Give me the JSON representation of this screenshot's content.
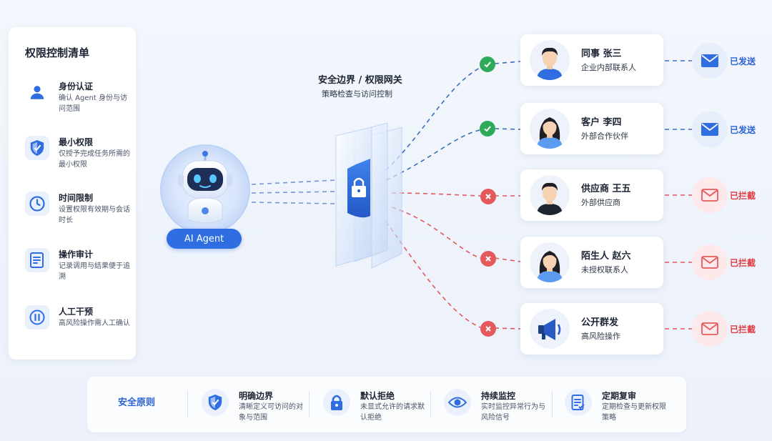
{
  "left_panel": {
    "title": "权限控制清单",
    "items": [
      {
        "title": "身份认证",
        "desc": "确认 Agent 身份与访问范围",
        "icon": "user-icon"
      },
      {
        "title": "最小权限",
        "desc": "仅授予完成任务所需的最小权限",
        "icon": "shield-check-icon"
      },
      {
        "title": "时间限制",
        "desc": "设置权限有效期与会话时长",
        "icon": "clock-icon"
      },
      {
        "title": "操作审计",
        "desc": "记录调用与结果便于追溯",
        "icon": "audit-log-icon"
      },
      {
        "title": "人工干预",
        "desc": "高风险操作需人工确认",
        "icon": "pause-icon"
      }
    ]
  },
  "agent": {
    "label": "AI Agent",
    "icon": "robot-icon"
  },
  "gateway": {
    "title": "安全边界 / 权限网关",
    "subtitle": "策略检查与访问控制",
    "icon": "shield-lock-icon"
  },
  "contacts": [
    {
      "name": "同事 张三",
      "role": "企业内部联系人",
      "status": "已发送",
      "allowed": true,
      "avatar": "man-avatar-icon"
    },
    {
      "name": "客户 李四",
      "role": "外部合作伙伴",
      "status": "已发送",
      "allowed": true,
      "avatar": "woman-avatar-icon"
    },
    {
      "name": "供应商 王五",
      "role": "外部供应商",
      "status": "已拦截",
      "allowed": false,
      "avatar": "man-avatar-icon"
    },
    {
      "name": "陌生人 赵六",
      "role": "未授权联系人",
      "status": "已拦截",
      "allowed": false,
      "avatar": "woman-avatar-icon"
    },
    {
      "name": "公开群发",
      "role": "高风险操作",
      "status": "已拦截",
      "allowed": false,
      "avatar": "megaphone-icon"
    }
  ],
  "principles": {
    "label": "安全原则",
    "items": [
      {
        "title": "明确边界",
        "desc": "清晰定义可访问的对象与范围",
        "icon": "shield-icon"
      },
      {
        "title": "默认拒绝",
        "desc": "未显式允许的请求默认拒绝",
        "icon": "lock-icon"
      },
      {
        "title": "持续监控",
        "desc": "实时监控异常行为与风险信号",
        "icon": "eye-icon"
      },
      {
        "title": "定期复审",
        "desc": "定期检查与更新权限策略",
        "icon": "checklist-icon"
      }
    ]
  },
  "colors": {
    "accent": "#2f6ee0",
    "allowed": "#2fa95a",
    "blocked": "#e45a5c"
  }
}
